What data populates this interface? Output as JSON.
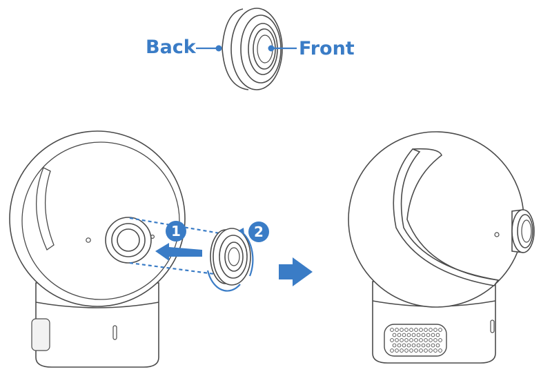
{
  "labels": {
    "back": "Back",
    "front": "Front",
    "step1": "1",
    "step2": "2"
  },
  "colors": {
    "accent": "#3a7cc6",
    "line": "#4a4a4a",
    "background": "#ffffff"
  }
}
